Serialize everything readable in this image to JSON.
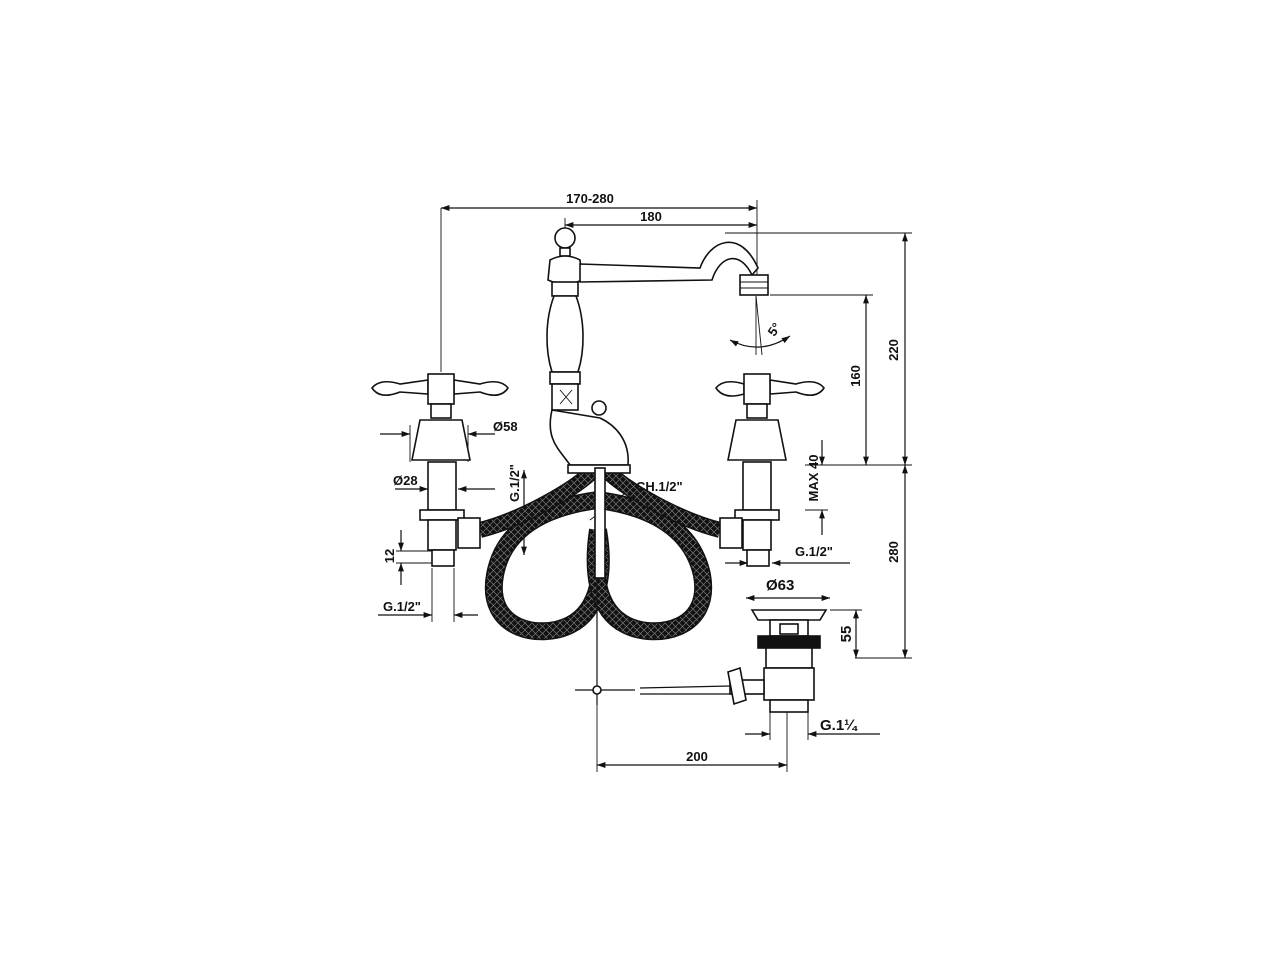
{
  "dimensions": {
    "overall_spread": "170-280",
    "spout_reach": "180",
    "total_height": "220",
    "spout_height": "160",
    "spout_angle": "5°",
    "handle_base_diameter": "Ø58",
    "shank_diameter": "Ø28",
    "inlet_thread_vertical": "G.1/2\"",
    "hose_connector": "CH.1/2\"",
    "max_deck": "MAX 40",
    "lower_length": "280",
    "nut_height": "12",
    "left_inlet_thread": "G.1/2\"",
    "right_inlet_thread": "G.1/2\"",
    "drain_diameter": "Ø63",
    "drain_height": "55",
    "drain_thread": "G.1¼",
    "rod_length": "200"
  }
}
